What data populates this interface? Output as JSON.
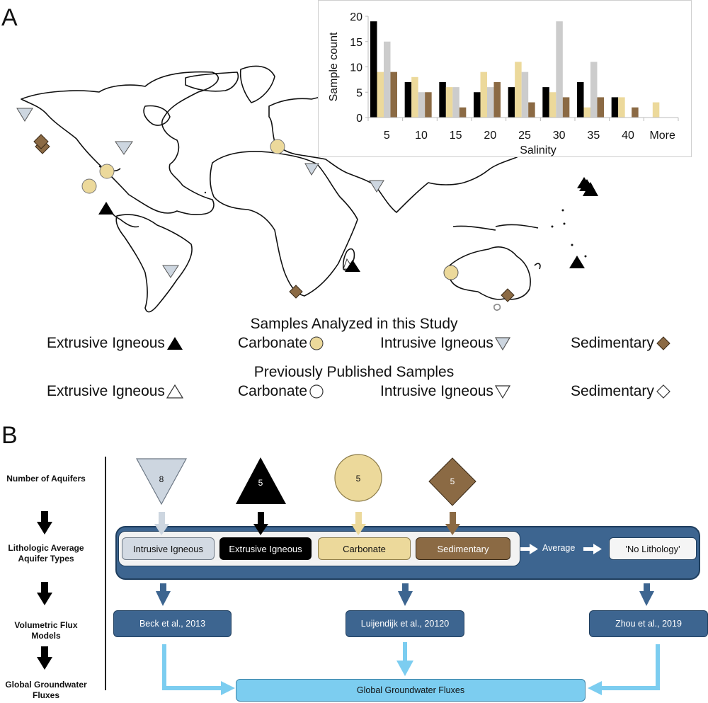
{
  "panel_a": {
    "letter": "A",
    "legend": {
      "study_title": "Samples Analyzed in this Study",
      "published_title": "Previously Published Samples",
      "study_items": [
        {
          "label": "Extrusive Igneous",
          "icon": "filled-triangle-up",
          "color": "#000000"
        },
        {
          "label": "Carbonate",
          "icon": "filled-circle",
          "color": "#ecd99b"
        },
        {
          "label": "Intrusive Igneous",
          "icon": "filled-triangle-down",
          "color": "#cdd6e0"
        },
        {
          "label": "Sedimentary",
          "icon": "filled-diamond",
          "color": "#8b6a44"
        }
      ],
      "published_items": [
        {
          "label": "Extrusive Igneous",
          "icon": "open-triangle-up"
        },
        {
          "label": "Carbonate",
          "icon": "open-circle"
        },
        {
          "label": "Intrusive Igneous",
          "icon": "open-triangle-down"
        },
        {
          "label": "Sedimentary",
          "icon": "open-diamond"
        }
      ]
    },
    "map_markers": [
      {
        "region": "Alaska",
        "type": "intrusive-igneous"
      },
      {
        "region": "US West Coast",
        "type": "sedimentary"
      },
      {
        "region": "US East Coast",
        "type": "intrusive-igneous"
      },
      {
        "region": "Florida",
        "type": "carbonate"
      },
      {
        "region": "Yucatan",
        "type": "carbonate"
      },
      {
        "region": "Central America",
        "type": "extrusive-igneous"
      },
      {
        "region": "Brazil",
        "type": "intrusive-igneous"
      },
      {
        "region": "Mediterranean",
        "type": "carbonate"
      },
      {
        "region": "Egypt",
        "type": "intrusive-igneous"
      },
      {
        "region": "India",
        "type": "intrusive-igneous"
      },
      {
        "region": "South Africa",
        "type": "sedimentary"
      },
      {
        "region": "Reunion",
        "type": "extrusive-igneous"
      },
      {
        "region": "Western Australia",
        "type": "carbonate"
      },
      {
        "region": "SE Australia",
        "type": "sedimentary"
      },
      {
        "region": "Hawaii",
        "type": "extrusive-igneous"
      },
      {
        "region": "Pacific Islands",
        "type": "extrusive-igneous"
      }
    ]
  },
  "chart_data": {
    "type": "bar",
    "title": "",
    "xlabel": "Salinity",
    "ylabel": "Sample count",
    "categories": [
      "5",
      "10",
      "15",
      "20",
      "25",
      "30",
      "35",
      "40",
      "More"
    ],
    "ylim": [
      0,
      20
    ],
    "yticks": [
      0,
      5,
      10,
      15,
      20
    ],
    "grid": false,
    "legend": "none",
    "series": [
      {
        "name": "Extrusive Igneous",
        "color": "#000000",
        "values": [
          19,
          7,
          7,
          5,
          6,
          6,
          7,
          4,
          0
        ]
      },
      {
        "name": "Carbonate",
        "color": "#ecd99b",
        "values": [
          9,
          8,
          6,
          9,
          11,
          5,
          2,
          4,
          3
        ]
      },
      {
        "name": "Intrusive Igneous",
        "color": "#cccccc",
        "values": [
          15,
          5,
          6,
          6,
          9,
          19,
          11,
          0,
          0
        ]
      },
      {
        "name": "Sedimentary",
        "color": "#8b6a44",
        "values": [
          9,
          5,
          2,
          7,
          3,
          4,
          4,
          2,
          0
        ]
      }
    ]
  },
  "panel_b": {
    "letter": "B",
    "row_labels": [
      "Number of Aquifers",
      "Lithologic Average Aquifer Types",
      "Volumetric Flux Models",
      "Global Groundwater Fluxes"
    ],
    "aquifer_counts": [
      {
        "type": "Intrusive Igneous",
        "count": "8",
        "color": "#cdd6e0"
      },
      {
        "type": "Extrusive Igneous",
        "count": "5",
        "color": "#000000"
      },
      {
        "type": "Carbonate",
        "count": "5",
        "color": "#ecd99b"
      },
      {
        "type": "Sedimentary",
        "count": "5",
        "color": "#8b6a44"
      }
    ],
    "lithology_boxes": [
      "Intrusive Igneous",
      "Extrusive Igneous",
      "Carbonate",
      "Sedimentary"
    ],
    "average_label": "Average",
    "no_lithology_label": "'No Lithology'",
    "models": [
      "Beck et al., 2013",
      "Luijendijk et al., 20120",
      "Zhou et al., 2019"
    ],
    "global_label": "Global Groundwater Fluxes",
    "colors": {
      "model_blue": "#3d6590",
      "flux_blue": "#7ccdf0"
    }
  }
}
